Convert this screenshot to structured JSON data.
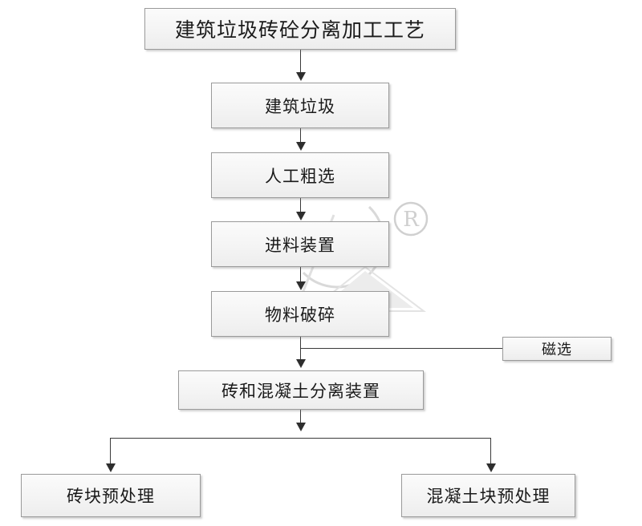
{
  "diagram": {
    "type": "flowchart",
    "orientation": "top-to-bottom",
    "title": "建筑垃圾砖砼分离加工工艺",
    "background_color": "#ffffff",
    "node_border_color": "#9a9a9a",
    "node_fill_color": "#f4f4f4",
    "connector_color": "#3a3a3a",
    "nodes": {
      "title": "建筑垃圾砖砼分离加工工艺",
      "waste": "建筑垃圾",
      "manual_sorting": "人工粗选",
      "feeding_device": "进料装置",
      "material_crushing": "物料破碎",
      "magnetic_separation": "磁选",
      "brick_concrete_separator": "砖和混凝土分离装置",
      "brick_pretreatment": "砖块预处理",
      "concrete_pretreatment": "混凝土块预处理"
    },
    "watermark": {
      "symbol": "®",
      "description": "registered-trademark-logo"
    }
  }
}
